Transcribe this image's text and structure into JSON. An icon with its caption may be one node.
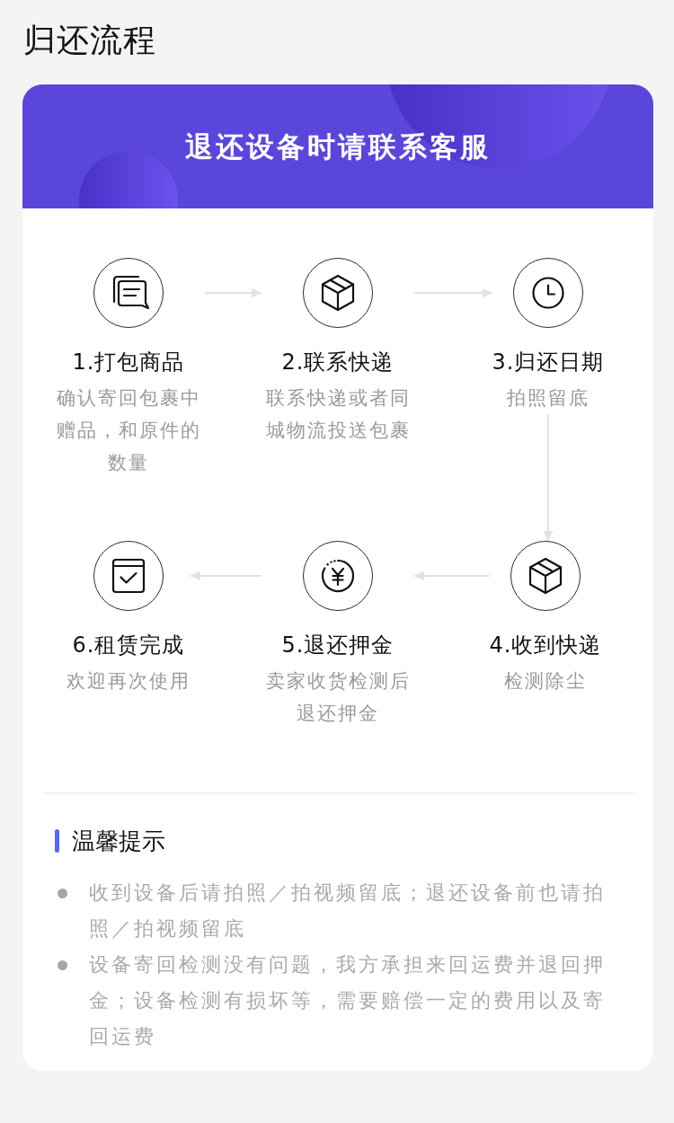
{
  "diagram": {
    "title": "归还流程",
    "nodes": [
      {
        "text": [
          "退还设备时请联系客服"
        ]
      },
      {
        "text": [
          "1.打包商品",
          "确认寄回包裹中赠品，和原件的数量"
        ]
      },
      {
        "text": [
          "2.联系快递",
          "联系快递或者同城物流投送包裹"
        ]
      },
      {
        "text": [
          "3.归还日期",
          "拍照留底"
        ]
      },
      {
        "text": [
          "4.收到快递",
          "检测除尘"
        ]
      },
      {
        "text": [
          "5.退还押金",
          "卖家收货检测后退还押金"
        ]
      },
      {
        "text": [
          "6.租赁完成",
          "欢迎再次使用"
        ]
      }
    ],
    "edges": [
      {
        "from": 1,
        "to": 2,
        "arrow": "to"
      },
      {
        "from": 2,
        "to": 3,
        "arrow": "to"
      },
      {
        "from": 3,
        "to": 4,
        "arrow": "to"
      },
      {
        "from": 4,
        "to": 5,
        "arrow": "to"
      },
      {
        "from": 5,
        "to": 6,
        "arrow": "to"
      }
    ],
    "labels": [
      "温馨提示",
      "收到设备后请拍照／拍视频留底；退还设备前也请拍照／拍视频留底",
      "设备寄回检测没有问题，我方承担来回运费并退回押金；设备检测有损坏等，需要赔偿一定的费用以及寄回运费"
    ]
  }
}
